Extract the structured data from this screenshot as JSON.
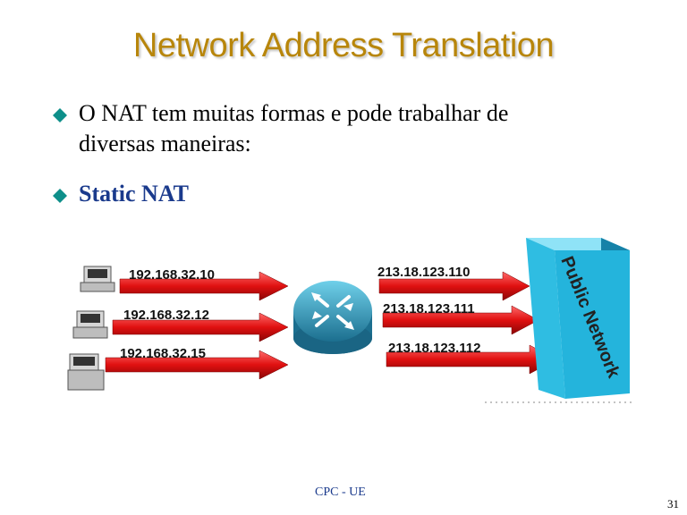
{
  "title": "Network Address Translation",
  "bullets": [
    {
      "line1": "O NAT tem muitas formas e pode trabalhar de",
      "line2": "diversas maneiras:"
    },
    {
      "text": "Static NAT"
    }
  ],
  "diagram": {
    "private_ips": [
      "192.168.32.10",
      "192.168.32.12",
      "192.168.32.15"
    ],
    "public_ips": [
      "213.18.123.110",
      "213.18.123.111",
      "213.18.123.112"
    ],
    "network_label": "Public Network"
  },
  "footer": "CPC - UE",
  "page_number": "31",
  "colors": {
    "title": "#b8860b",
    "bullet": "#0e8f8a",
    "arrow": "#d81414",
    "router": "#2e93b3",
    "cloud": "#24b4dc",
    "accent_text": "#1a3a8c"
  }
}
